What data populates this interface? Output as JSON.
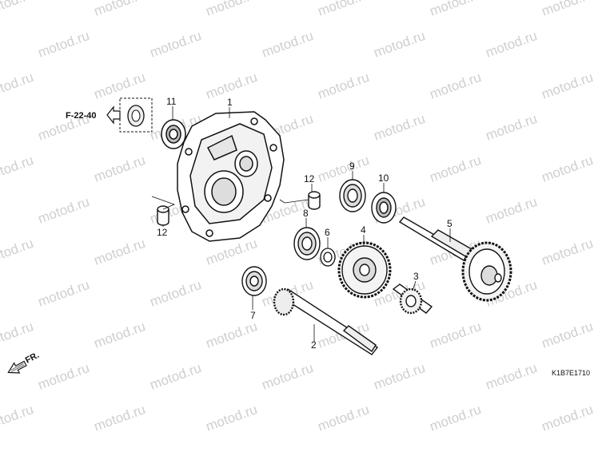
{
  "watermark": {
    "text": "motod.ru",
    "color": "#cfcfcf"
  },
  "reference": {
    "label": "F-22-40"
  },
  "direction": {
    "label": "FR."
  },
  "diagram_code": "K1B7E1710",
  "callouts": {
    "c1": "1",
    "c2": "2",
    "c3": "3",
    "c4": "4",
    "c5": "5",
    "c6": "6",
    "c7": "7",
    "c8": "8",
    "c9": "9",
    "c10": "10",
    "c11": "11",
    "c12a": "12",
    "c12b": "12"
  }
}
